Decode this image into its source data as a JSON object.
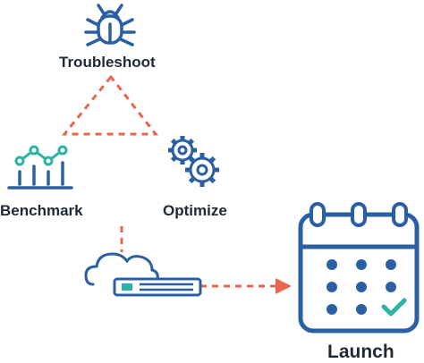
{
  "diagram": {
    "nodes": {
      "troubleshoot": {
        "label": "Troubleshoot",
        "icon": "bug-icon"
      },
      "benchmark": {
        "label": "Benchmark",
        "icon": "line-bar-chart-icon"
      },
      "optimize": {
        "label": "Optimize",
        "icon": "gears-icon"
      },
      "launch": {
        "label": "Launch",
        "icon": "calendar-check-icon"
      },
      "infrastructure": {
        "icon": "cloud-server-icon"
      }
    },
    "colors": {
      "primary": "#2b5fa4",
      "accent": "#2bb3a6",
      "connector": "#e8664d"
    }
  }
}
